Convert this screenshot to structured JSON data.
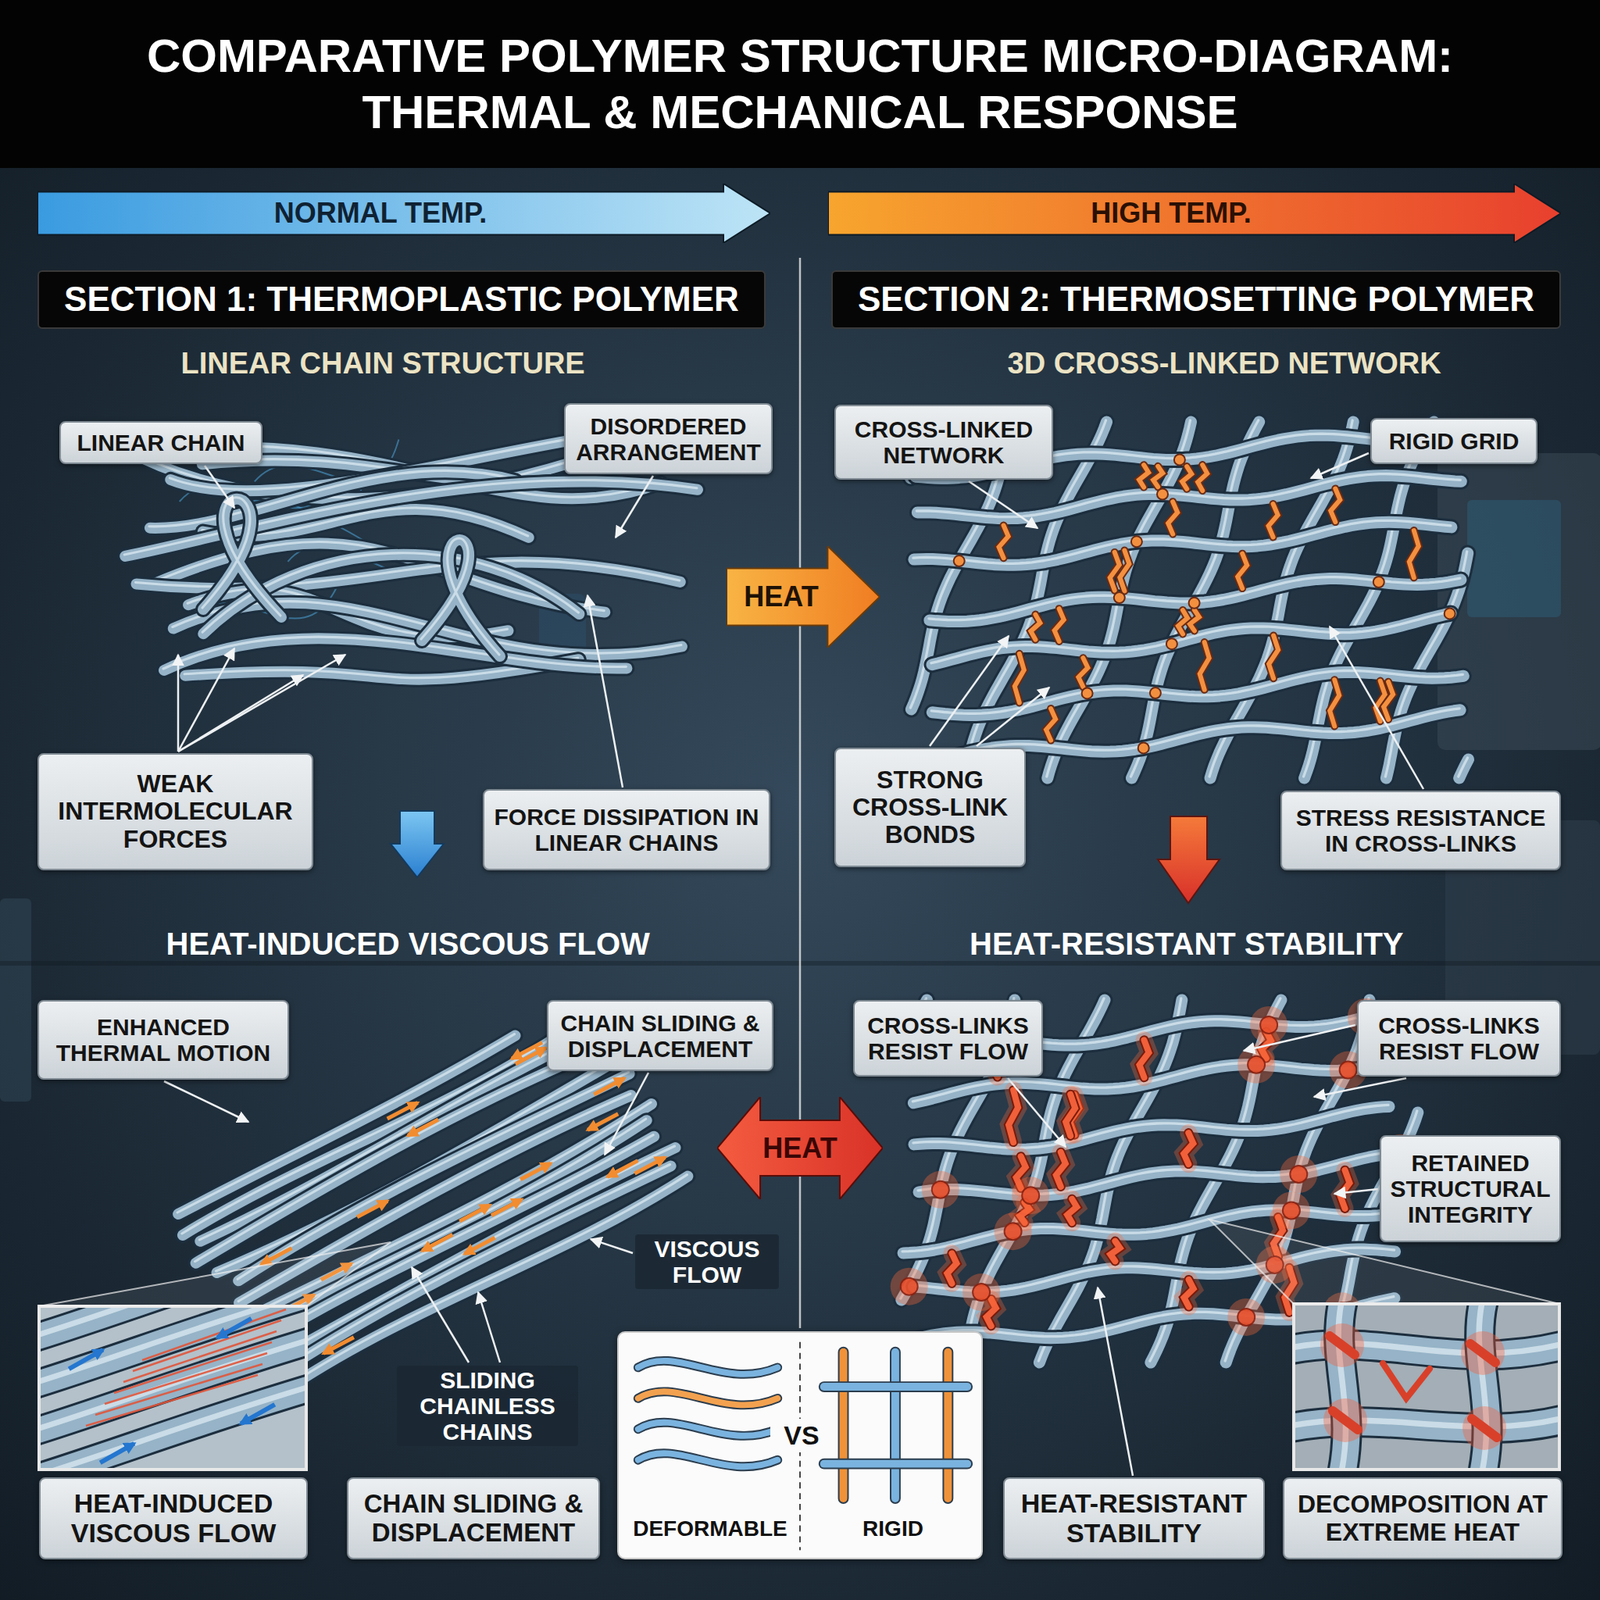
{
  "diagram": {
    "title": "COMPARATIVE POLYMER STRUCTURE MICRO-DIAGRAM: THERMAL & MECHANICAL RESPONSE",
    "nodes": [
      {
        "text": [
          "NORMAL TEMP."
        ]
      },
      {
        "text": [
          "HIGH TEMP."
        ]
      },
      {
        "text": [
          "SECTION 1: THERMOPLASTIC POLYMER"
        ]
      },
      {
        "text": [
          "SECTION 2: THERMOSETTING POLYMER"
        ]
      },
      {
        "text": [
          "LINEAR CHAIN"
        ]
      },
      {
        "text": [
          "DISORDERED ARRANGEMENT"
        ]
      },
      {
        "text": [
          "CROSS-LINKED NETWORK"
        ]
      },
      {
        "text": [
          "RIGID GRID"
        ]
      },
      {
        "text": [
          "HEAT"
        ]
      },
      {
        "text": [
          "WEAK INTERMOLECULAR FORCES"
        ]
      },
      {
        "text": [
          "FORCE DISSIPATION IN LINEAR CHAINS"
        ]
      },
      {
        "text": [
          "STRONG CROSS-LINK BONDS"
        ]
      },
      {
        "text": [
          "STRESS RESISTANCE IN CROSS-LINKS"
        ]
      },
      {
        "text": [
          "ENHANCED THERMAL MOTION"
        ]
      },
      {
        "text": [
          "CHAIN SLIDING & DISPLACEMENT"
        ]
      },
      {
        "text": [
          "CROSS-LINKS RESIST FLOW"
        ]
      },
      {
        "text": [
          "CROSS-LINKS RESIST FLOW"
        ]
      },
      {
        "text": [
          "HEAT"
        ]
      },
      {
        "text": [
          "RETAINED STRUCTURAL INTEGRITY"
        ]
      },
      {
        "text": [
          "DEFORMABLE",
          "VS",
          "RIGID"
        ]
      },
      {
        "text": [
          "HEAT-INDUCED VISCOUS FLOW"
        ]
      },
      {
        "text": [
          "CHAIN SLIDING & DISPLACEMENT"
        ]
      },
      {
        "text": [
          "HEAT-RESISTANT STABILITY"
        ]
      },
      {
        "text": [
          "DECOMPOSITION AT EXTREME HEAT"
        ]
      }
    ],
    "labels": [
      "LINEAR CHAIN STRUCTURE",
      "3D CROSS-LINKED NETWORK",
      "HEAT-INDUCED VISCOUS FLOW",
      "HEAT-RESISTANT STABILITY",
      "VISCOUS FLOW",
      "SLIDING CHAINLESS CHAINS"
    ]
  }
}
